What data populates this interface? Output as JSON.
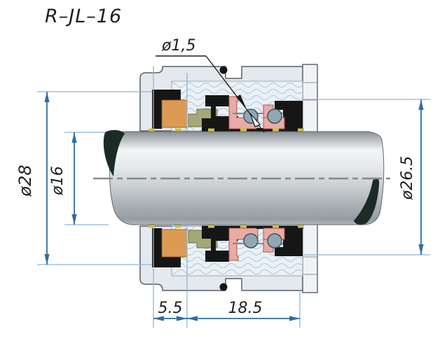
{
  "title": "R–JL–16",
  "dimensions": {
    "hole_diameter": "ø1,5",
    "outer_diameter": "ø28",
    "shaft_diameter": "ø16",
    "bore_diameter": "ø26.5",
    "seat_width": "5.5",
    "seal_length": "18.5"
  },
  "colors": {
    "dimension_line": "#2e6da4",
    "extension_line": "#8ab6d9",
    "housing_fill": "#e4e9ee",
    "plate_fill": "#f0f3f6",
    "chamber_fill": "#e9f1f7",
    "seat_orange": "#dd9a52",
    "retainer_pink": "#e9aba6",
    "ring_olive": "#a3a876",
    "elastomer_black": "#161616",
    "spring_gray": "#93a7b3",
    "centerline_gray": "#86898c",
    "shaft_end_dark": "#1d2b27",
    "contact_yellow": "#cfc23e"
  }
}
